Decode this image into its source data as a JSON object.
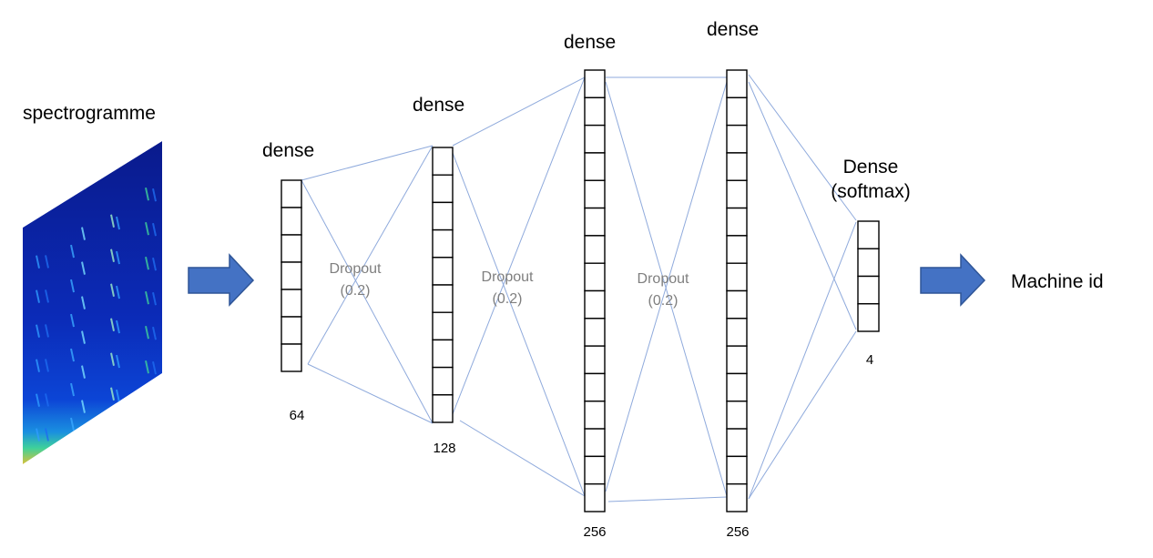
{
  "input_label": "spectrogramme",
  "output_label": "Machine id",
  "layers": [
    {
      "title": "dense",
      "units": "64",
      "cells": 7
    },
    {
      "title": "dense",
      "units": "128",
      "cells": 10
    },
    {
      "title": "dense",
      "units": "256",
      "cells": 16
    },
    {
      "title": "dense",
      "units": "256",
      "cells": 16
    },
    {
      "title_line1": "Dense",
      "title_line2": "(softmax)",
      "units": "4",
      "cells": 4
    }
  ],
  "dropouts": [
    {
      "line1": "Dropout",
      "line2": "(0.2)"
    },
    {
      "line1": "Dropout",
      "line2": "(0.2)"
    },
    {
      "line1": "Dropout",
      "line2": "(0.2)"
    }
  ],
  "colors": {
    "connection": "#8faadc",
    "arrow": "#4472c4",
    "arrow_edge": "#2f5597",
    "dropout_text": "#7f7f7f"
  },
  "icons": [
    "spectrogram-image",
    "arrow-right-icon"
  ]
}
